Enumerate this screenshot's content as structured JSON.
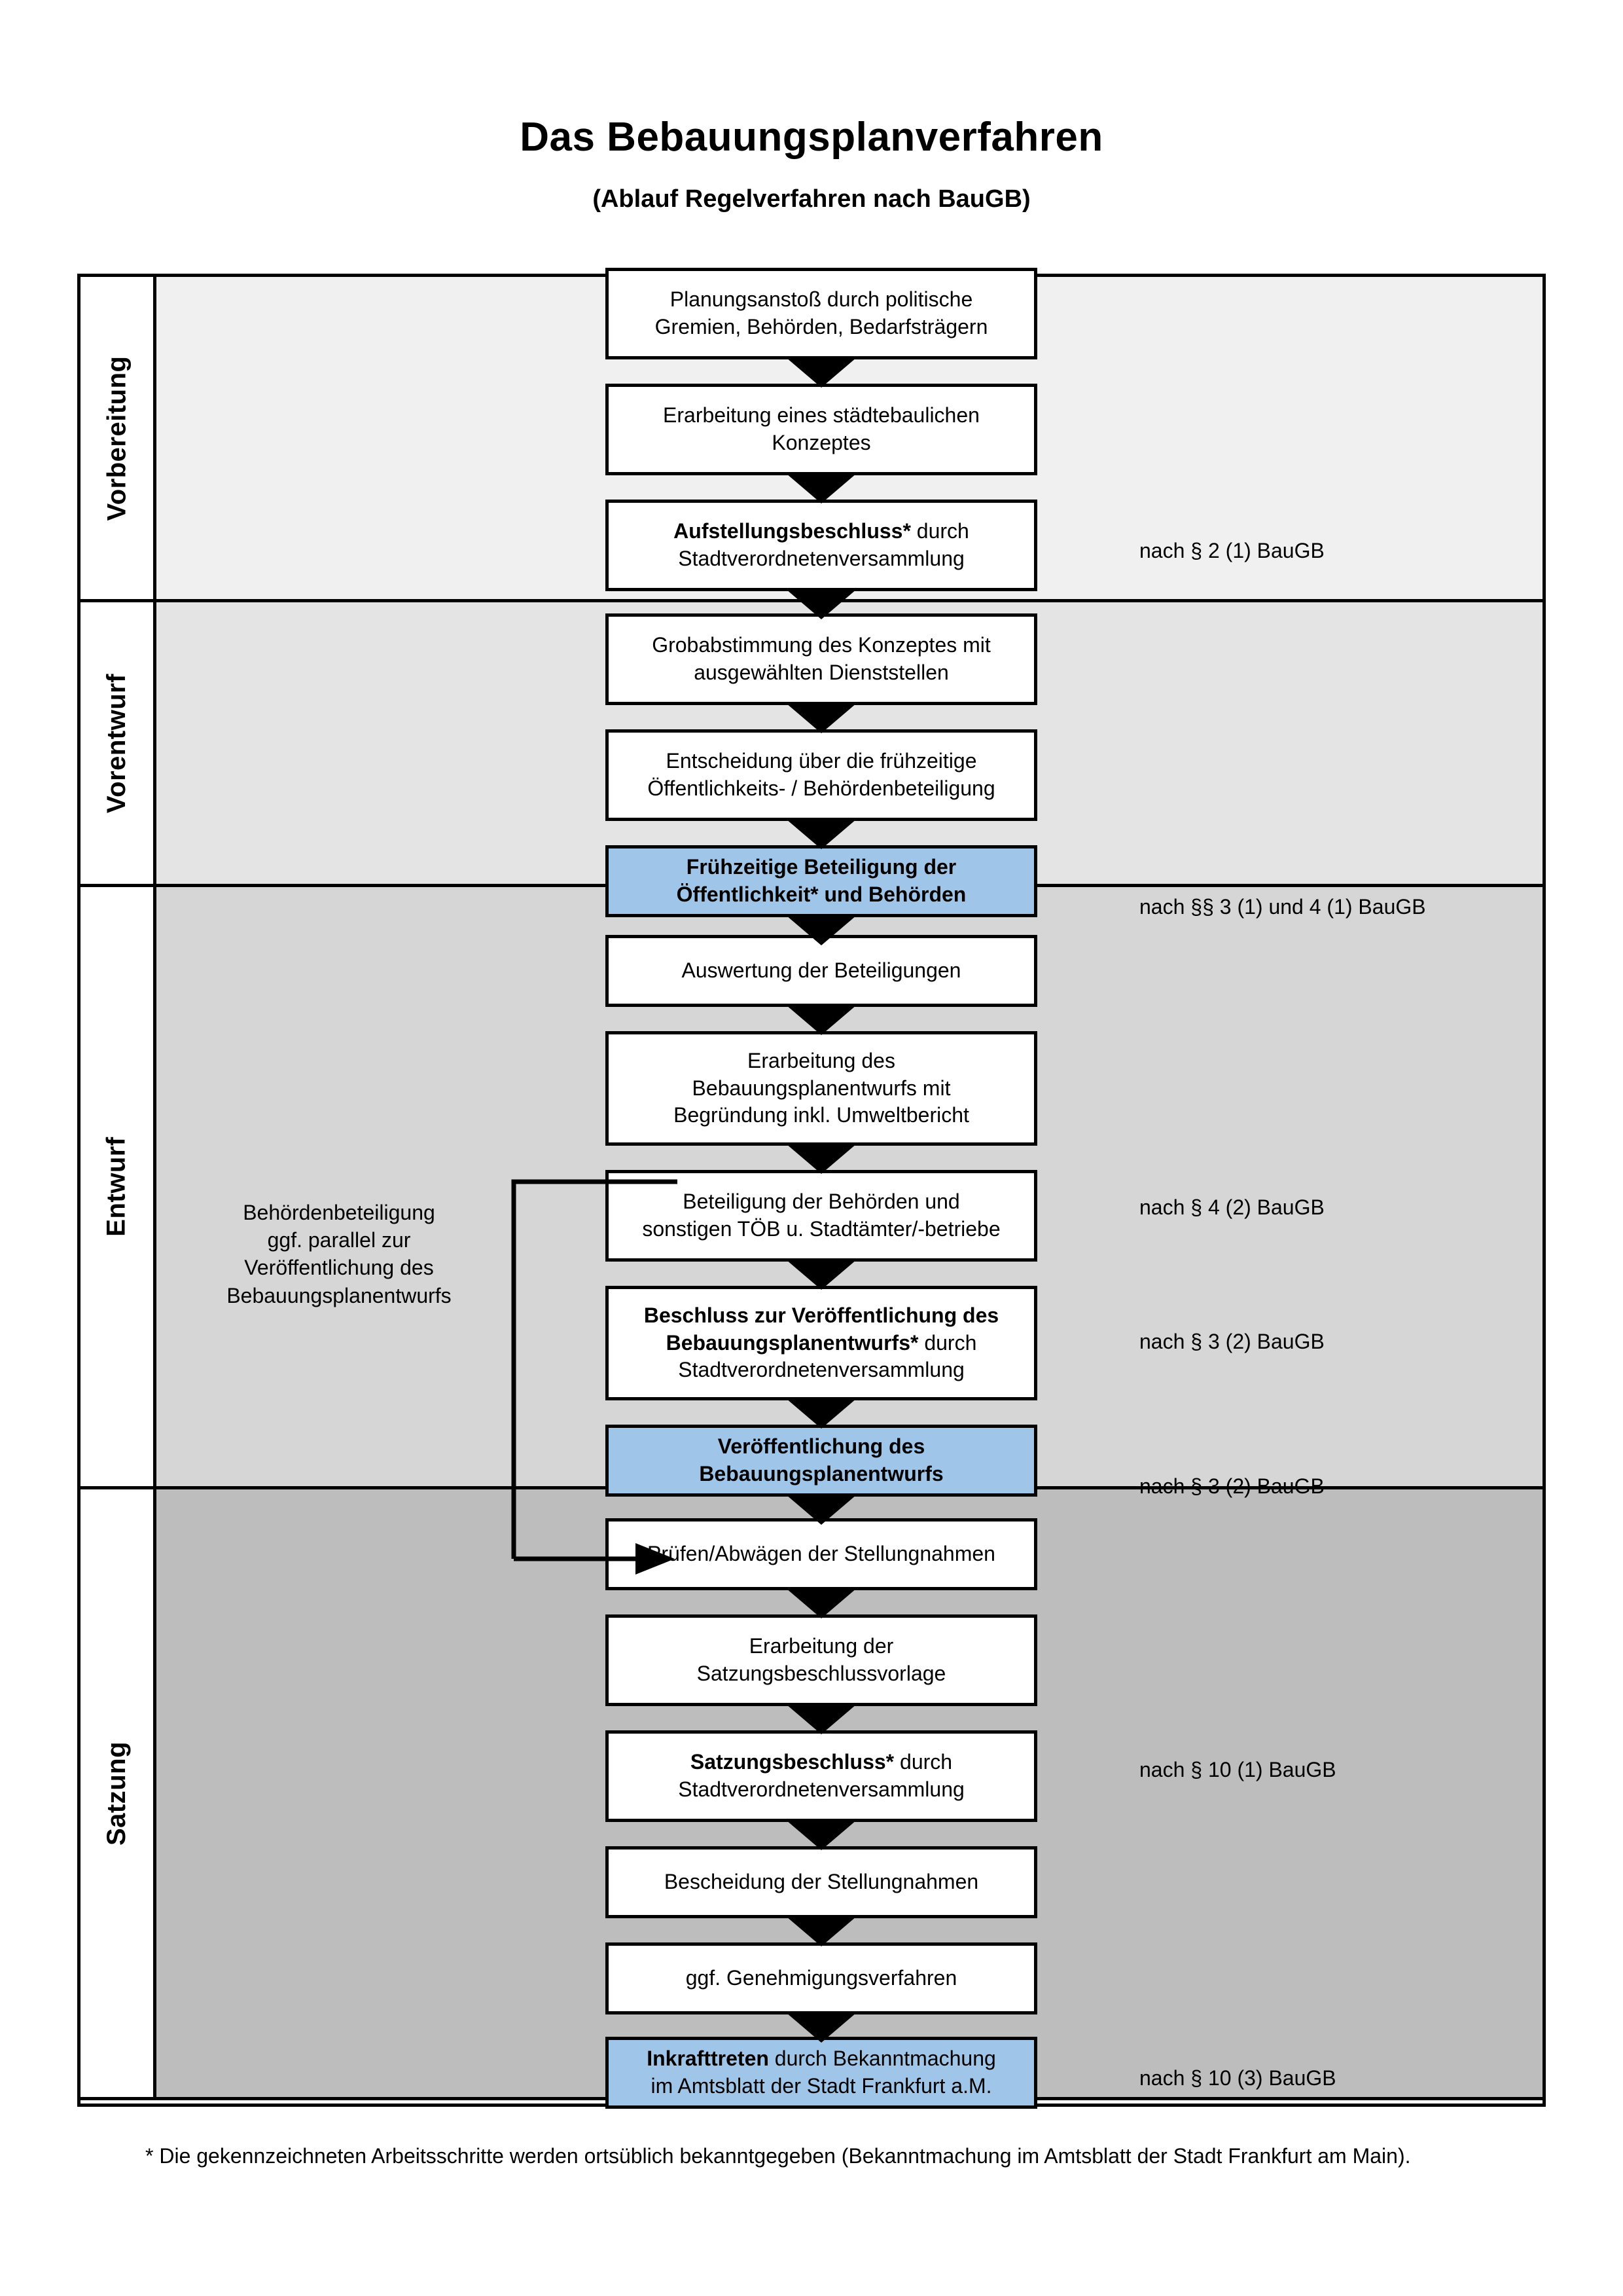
{
  "header": {
    "title": "Das Bebauungsplanverfahren",
    "subtitle": "(Ablauf Regelverfahren nach BauGB)"
  },
  "phases": [
    {
      "label": "Vorbereitung"
    },
    {
      "label": "Vorentwurf"
    },
    {
      "label": "Entwurf"
    },
    {
      "label": "Satzung"
    }
  ],
  "steps": [
    {
      "id": "planungsanstoss",
      "phase": "Vorbereitung",
      "highlight": false,
      "lines": [
        {
          "text": "Planungsanstoß durch politische",
          "bold": false
        },
        {
          "text": "Gremien, Behörden, Bedarfsträgern",
          "bold": false
        }
      ]
    },
    {
      "id": "staedtebauliches-konzept",
      "phase": "Vorbereitung",
      "highlight": false,
      "lines": [
        {
          "text": "Erarbeitung eines städtebaulichen",
          "bold": false
        },
        {
          "text": "Konzeptes",
          "bold": false
        }
      ]
    },
    {
      "id": "aufstellungsbeschluss",
      "phase": "Vorbereitung",
      "highlight": false,
      "lines": [
        {
          "text": "Aufstellungsbeschluss*",
          "bold": true,
          "suffix": " durch"
        },
        {
          "text": "Stadtverordnetenversammlung",
          "bold": false
        }
      ]
    },
    {
      "id": "grobabstimmung",
      "phase": "Vorentwurf",
      "highlight": false,
      "lines": [
        {
          "text": "Grobabstimmung des Konzeptes mit",
          "bold": false
        },
        {
          "text": "ausgewählten Dienststellen",
          "bold": false
        }
      ]
    },
    {
      "id": "entscheidung-fruehzeitige-beteiligung",
      "phase": "Vorentwurf",
      "highlight": false,
      "lines": [
        {
          "text": "Entscheidung über die frühzeitige",
          "bold": false
        },
        {
          "text": "Öffentlichkeits- / Behördenbeteiligung",
          "bold": false
        }
      ]
    },
    {
      "id": "fruehzeitige-beteiligung",
      "phase": "Vorentwurf",
      "highlight": true,
      "lines": [
        {
          "text": "Frühzeitige Beteiligung der",
          "bold": true
        },
        {
          "text": "Öffentlichkeit* und Behörden",
          "bold": true
        }
      ]
    },
    {
      "id": "auswertung-beteiligungen",
      "phase": "Entwurf",
      "highlight": false,
      "lines": [
        {
          "text": "Auswertung der Beteiligungen",
          "bold": false
        }
      ]
    },
    {
      "id": "erarbeitung-bebauungsplanentwurf",
      "phase": "Entwurf",
      "highlight": false,
      "lines": [
        {
          "text": "Erarbeitung des",
          "bold": false
        },
        {
          "text": "Bebauungsplanentwurfs mit",
          "bold": false
        },
        {
          "text": "Begründung inkl. Umweltbericht",
          "bold": false
        }
      ]
    },
    {
      "id": "beteiligung-behoerden-toeb",
      "phase": "Entwurf",
      "highlight": false,
      "lines": [
        {
          "text": "Beteiligung der Behörden und",
          "bold": false
        },
        {
          "text": "sonstigen TÖB u. Stadtämter/-betriebe",
          "bold": false
        }
      ]
    },
    {
      "id": "beschluss-veroeffentlichung",
      "phase": "Entwurf",
      "highlight": false,
      "lines": [
        {
          "text": "Beschluss zur Veröffentlichung des",
          "bold": true
        },
        {
          "text": "Bebauungsplanentwurfs*",
          "bold": true,
          "suffix": " durch"
        },
        {
          "text": "Stadtverordnetenversammlung",
          "bold": false
        }
      ]
    },
    {
      "id": "veroeffentlichung-bebauungsplanentwurf",
      "phase": "Entwurf",
      "highlight": true,
      "lines": [
        {
          "text": "Veröffentlichung des",
          "bold": true
        },
        {
          "text": "Bebauungsplanentwurfs",
          "bold": true
        }
      ]
    },
    {
      "id": "pruefen-abwaegen",
      "phase": "Satzung",
      "highlight": false,
      "lines": [
        {
          "text": "Prüfen/Abwägen der Stellungnahmen",
          "bold": false
        }
      ]
    },
    {
      "id": "erarbeitung-satzungsbeschlussvorlage",
      "phase": "Satzung",
      "highlight": false,
      "lines": [
        {
          "text": "Erarbeitung der",
          "bold": false
        },
        {
          "text": "Satzungsbeschlussvorlage",
          "bold": false
        }
      ]
    },
    {
      "id": "satzungsbeschluss",
      "phase": "Satzung",
      "highlight": false,
      "lines": [
        {
          "text": "Satzungsbeschluss*",
          "bold": true,
          "suffix": " durch"
        },
        {
          "text": "Stadtverordnetenversammlung",
          "bold": false
        }
      ]
    },
    {
      "id": "bescheidung-stellungnahmen",
      "phase": "Satzung",
      "highlight": false,
      "lines": [
        {
          "text": "Bescheidung der Stellungnahmen",
          "bold": false
        }
      ]
    },
    {
      "id": "genehmigungsverfahren",
      "phase": "Satzung",
      "highlight": false,
      "lines": [
        {
          "text": "ggf. Genehmigungsverfahren",
          "bold": false
        }
      ]
    },
    {
      "id": "inkrafttreten",
      "phase": "Satzung",
      "highlight": true,
      "lines": [
        {
          "text": "Inkrafttreten",
          "bold": true,
          "suffix": " durch Bekanntmachung"
        },
        {
          "text": "im Amtsblatt der Stadt Frankfurt a.M.",
          "bold": false
        }
      ]
    }
  ],
  "legal_notes": [
    {
      "id": "note-par2-1",
      "text": "nach § 2 (1) BauGB",
      "for_step": "aufstellungsbeschluss"
    },
    {
      "id": "note-par3-1-4-1",
      "text": "nach §§ 3 (1) und 4 (1) BauGB",
      "for_step": "fruehzeitige-beteiligung"
    },
    {
      "id": "note-par4-2",
      "text": "nach § 4 (2) BauGB",
      "for_step": "beteiligung-behoerden-toeb"
    },
    {
      "id": "note-par3-2-a",
      "text": "nach § 3 (2) BauGB",
      "for_step": "beschluss-veroeffentlichung"
    },
    {
      "id": "note-par3-2-b",
      "text": "nach § 3 (2) BauGB",
      "for_step": "veroeffentlichung-bebauungsplanentwurf"
    },
    {
      "id": "note-par10-1",
      "text": "nach § 10 (1) BauGB",
      "for_step": "satzungsbeschluss"
    },
    {
      "id": "note-par10-3",
      "text": "nach § 10 (3) BauGB",
      "for_step": "inkrafttreten"
    }
  ],
  "side_note": {
    "id": "behoerdenbeteiligung-parallel",
    "lines": [
      "Behördenbeteiligung",
      "ggf. parallel zur",
      "Veröffentlichung des",
      "Bebauungsplanentwurfs"
    ]
  },
  "footnote": {
    "text": "* Die gekennzeichneten Arbeitsschritte werden ortsüblich bekanntgegeben (Bekanntmachung im Amtsblatt  der Stadt Frankfurt am Main)."
  },
  "colors": {
    "highlight_fill": "#9fc5e8",
    "box_fill": "#ffffff",
    "border": "#000000",
    "band_vorbereitung": "#f0f0f0",
    "band_vorentwurf": "#e4e4e4",
    "band_entwurf": "#d6d6d6",
    "band_satzung": "#bdbdbd"
  }
}
